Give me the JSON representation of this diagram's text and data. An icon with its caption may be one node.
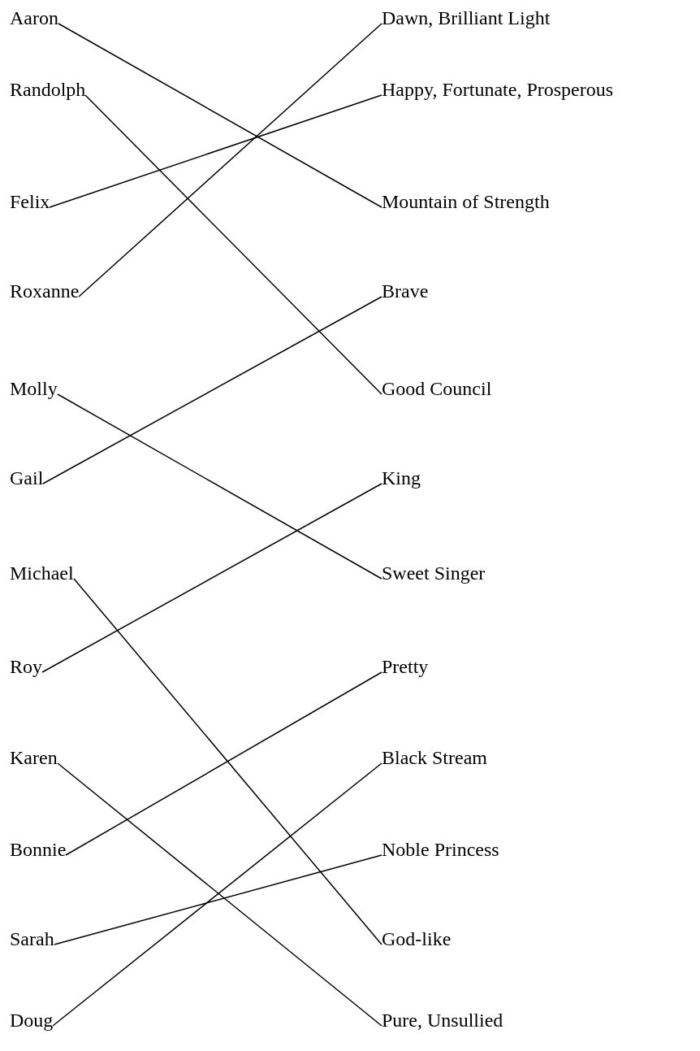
{
  "diagram": {
    "nodes": [
      {
        "text": [
          "Aaron"
        ]
      },
      {
        "text": [
          "Randolph"
        ]
      },
      {
        "text": [
          "Felix"
        ]
      },
      {
        "text": [
          "Roxanne"
        ]
      },
      {
        "text": [
          "Molly"
        ]
      },
      {
        "text": [
          "Gail"
        ]
      },
      {
        "text": [
          "Michael"
        ]
      },
      {
        "text": [
          "Roy"
        ]
      },
      {
        "text": [
          "Karen"
        ]
      },
      {
        "text": [
          "Bonnie"
        ]
      },
      {
        "text": [
          "Sarah"
        ]
      },
      {
        "text": [
          "Doug"
        ]
      },
      {
        "text": [
          "Dawn, Brilliant Light"
        ]
      },
      {
        "text": [
          "Happy, Fortunate, Prosperous"
        ]
      },
      {
        "text": [
          "Mountain of Strength"
        ]
      },
      {
        "text": [
          "Brave"
        ]
      },
      {
        "text": [
          "Good Council"
        ]
      },
      {
        "text": [
          "King"
        ]
      },
      {
        "text": [
          "Sweet Singer"
        ]
      },
      {
        "text": [
          "Pretty"
        ]
      },
      {
        "text": [
          "Black Stream"
        ]
      },
      {
        "text": [
          "Noble Princess"
        ]
      },
      {
        "text": [
          "God-like"
        ]
      },
      {
        "text": [
          "Pure, Unsullied"
        ]
      }
    ],
    "edges": [
      {
        "from": 0,
        "to": 14,
        "arrow": "none"
      },
      {
        "from": 1,
        "to": 16,
        "arrow": "none"
      },
      {
        "from": 2,
        "to": 13,
        "arrow": "none"
      },
      {
        "from": 3,
        "to": 12,
        "arrow": "none"
      },
      {
        "from": 4,
        "to": 18,
        "arrow": "none"
      },
      {
        "from": 5,
        "to": 15,
        "arrow": "none"
      },
      {
        "from": 6,
        "to": 22,
        "arrow": "none"
      },
      {
        "from": 7,
        "to": 17,
        "arrow": "none"
      },
      {
        "from": 8,
        "to": 23,
        "arrow": "none"
      },
      {
        "from": 9,
        "to": 19,
        "arrow": "none"
      },
      {
        "from": 10,
        "to": 21,
        "arrow": "none"
      },
      {
        "from": 11,
        "to": 20,
        "arrow": "none"
      }
    ]
  }
}
